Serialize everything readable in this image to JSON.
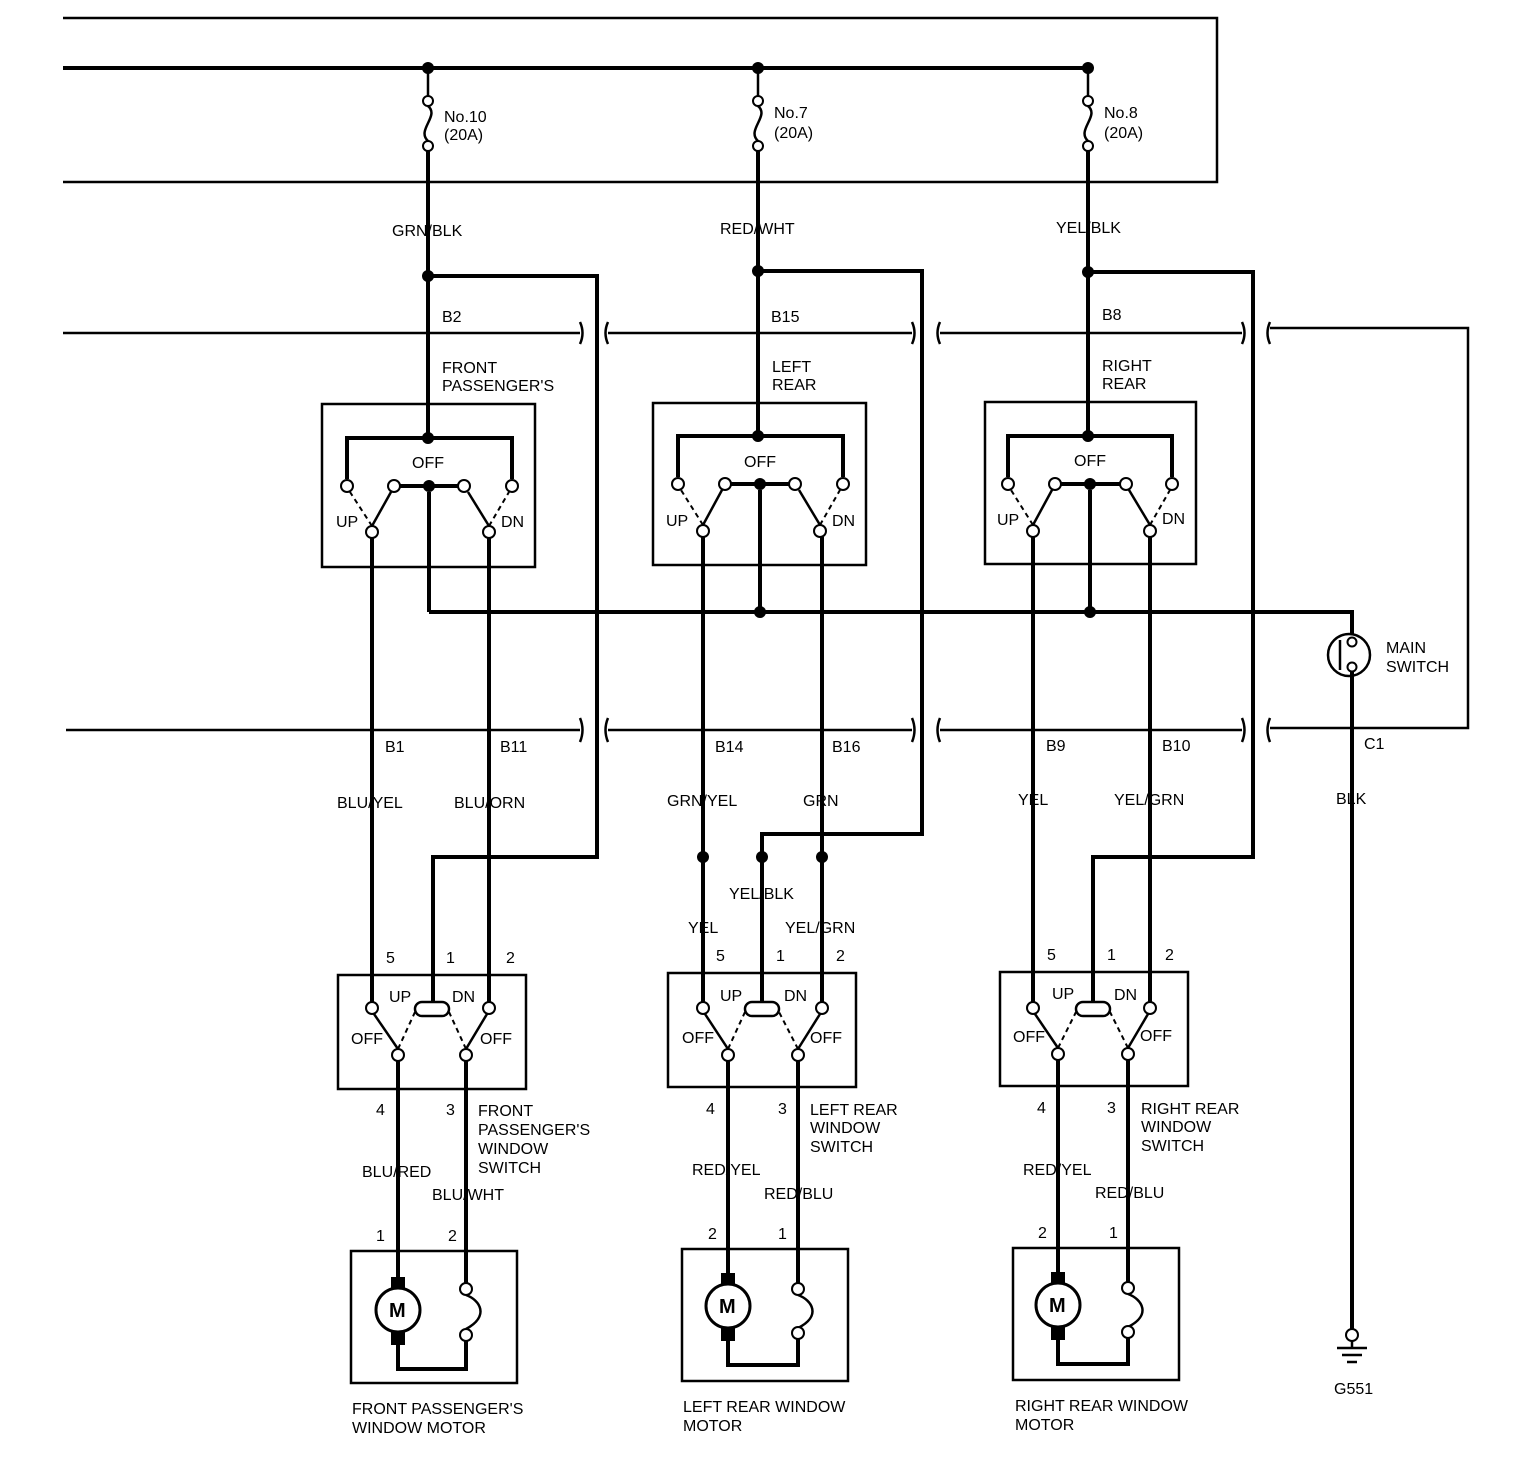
{
  "fuses": [
    {
      "name": "No.10",
      "rating": "(20A)"
    },
    {
      "name": "No.7",
      "rating": "(20A)"
    },
    {
      "name": "No.8",
      "rating": "(20A)"
    }
  ],
  "feed_wires": [
    "GRN/BLK",
    "RED/WHT",
    "YEL/BLK"
  ],
  "master_connectors": {
    "feeds": [
      "B2",
      "B15",
      "B8"
    ],
    "front": [
      "B1",
      "B11"
    ],
    "left_rear": [
      "B14",
      "B16"
    ],
    "right_rear": [
      "B9",
      "B10"
    ],
    "main": "C1"
  },
  "master_switches": [
    {
      "title_line1": "FRONT",
      "title_line2": "PASSENGER'S"
    },
    {
      "title_line1": "LEFT",
      "title_line2": "REAR"
    },
    {
      "title_line1": "RIGHT",
      "title_line2": "REAR"
    }
  ],
  "switch_states": {
    "off": "OFF",
    "up": "UP",
    "dn": "DN"
  },
  "main_switch": {
    "line1": "MAIN",
    "line2": "SWITCH",
    "wire": "BLK",
    "ground": "G551"
  },
  "wire_colors": {
    "front_up": "BLU/YEL",
    "front_dn": "BLU/ORN",
    "lr_up": "GRN/YEL",
    "lr_dn": "GRN",
    "lr_up_lower": "YEL",
    "lr_feed_lower": "YEL/BLK",
    "lr_dn_lower": "YEL/GRN",
    "rr_up": "YEL",
    "rr_dn": "YEL/GRN",
    "front_motor_a": "BLU/RED",
    "front_motor_b": "BLU/WHT",
    "lr_motor_a": "RED/YEL",
    "lr_motor_b": "RED/BLU",
    "rr_motor_a": "RED/YEL",
    "rr_motor_b": "RED/BLU"
  },
  "window_switch_pins": {
    "p5": "5",
    "p1": "1",
    "p2": "2",
    "p4": "4",
    "p3": "3"
  },
  "window_switches": [
    {
      "line1": "FRONT",
      "line2": "PASSENGER'S",
      "line3": "WINDOW",
      "line4": "SWITCH"
    },
    {
      "line1": "LEFT REAR",
      "line2": "WINDOW",
      "line3": "SWITCH"
    },
    {
      "line1": "RIGHT REAR",
      "line2": "WINDOW",
      "line3": "SWITCH"
    }
  ],
  "motor_pins": {
    "front": [
      "1",
      "2"
    ],
    "left_rear": [
      "2",
      "1"
    ],
    "right_rear": [
      "2",
      "1"
    ]
  },
  "motor_symbol": "M",
  "motors": [
    {
      "line1": "FRONT PASSENGER'S",
      "line2": "WINDOW MOTOR"
    },
    {
      "line1": "LEFT REAR WINDOW",
      "line2": "MOTOR"
    },
    {
      "line1": "RIGHT REAR WINDOW",
      "line2": "MOTOR"
    }
  ]
}
